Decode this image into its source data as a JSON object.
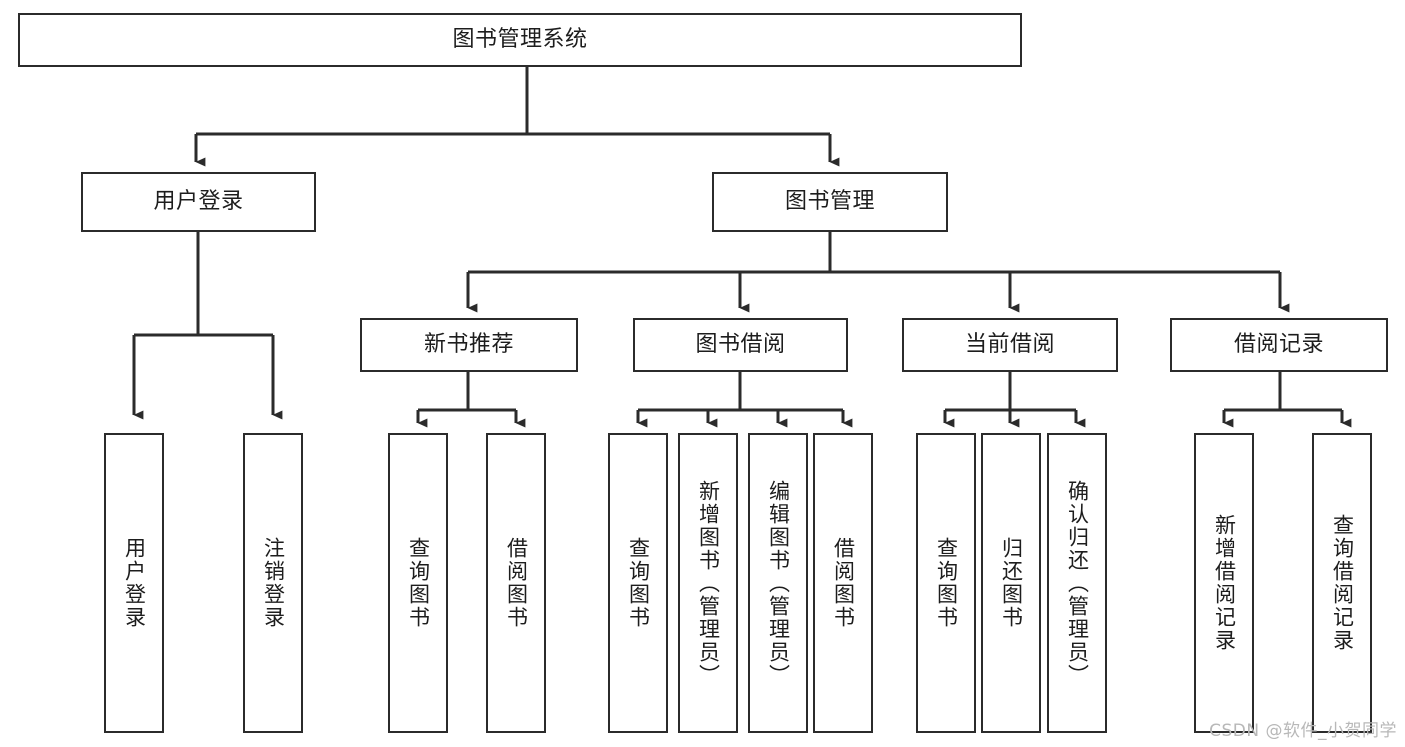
{
  "diagram": {
    "type": "hierarchy-tree",
    "title": "图书管理系统",
    "watermark": "CSDN @软件_小贺同学",
    "colors": {
      "box_border": "#2b2b2b",
      "box_fill": "#ffffff",
      "text": "#1d1d1d",
      "edge": "#2b2b2b",
      "watermark": "#b8b8b8"
    },
    "levels": {
      "root": {
        "label": "图书管理系统"
      },
      "level2": [
        {
          "label": "用户登录"
        },
        {
          "label": "图书管理"
        }
      ],
      "level3": [
        {
          "label": "新书推荐"
        },
        {
          "label": "图书借阅"
        },
        {
          "label": "当前借阅"
        },
        {
          "label": "借阅记录"
        }
      ],
      "leaves": {
        "user_login": [
          {
            "label": "用户登录"
          },
          {
            "label": "注销登录"
          }
        ],
        "new_book_recommend": [
          {
            "label": "查询图书"
          },
          {
            "label": "借阅图书"
          }
        ],
        "book_borrow": [
          {
            "label": "查询图书"
          },
          {
            "label": "新增图书（管理员）"
          },
          {
            "label": "编辑图书（管理员）"
          },
          {
            "label": "借阅图书"
          }
        ],
        "current_borrow": [
          {
            "label": "查询图书"
          },
          {
            "label": "归还图书"
          },
          {
            "label": "确认归还（管理员）"
          }
        ],
        "borrow_records": [
          {
            "label": "新增借阅记录"
          },
          {
            "label": "查询借阅记录"
          }
        ]
      }
    }
  }
}
